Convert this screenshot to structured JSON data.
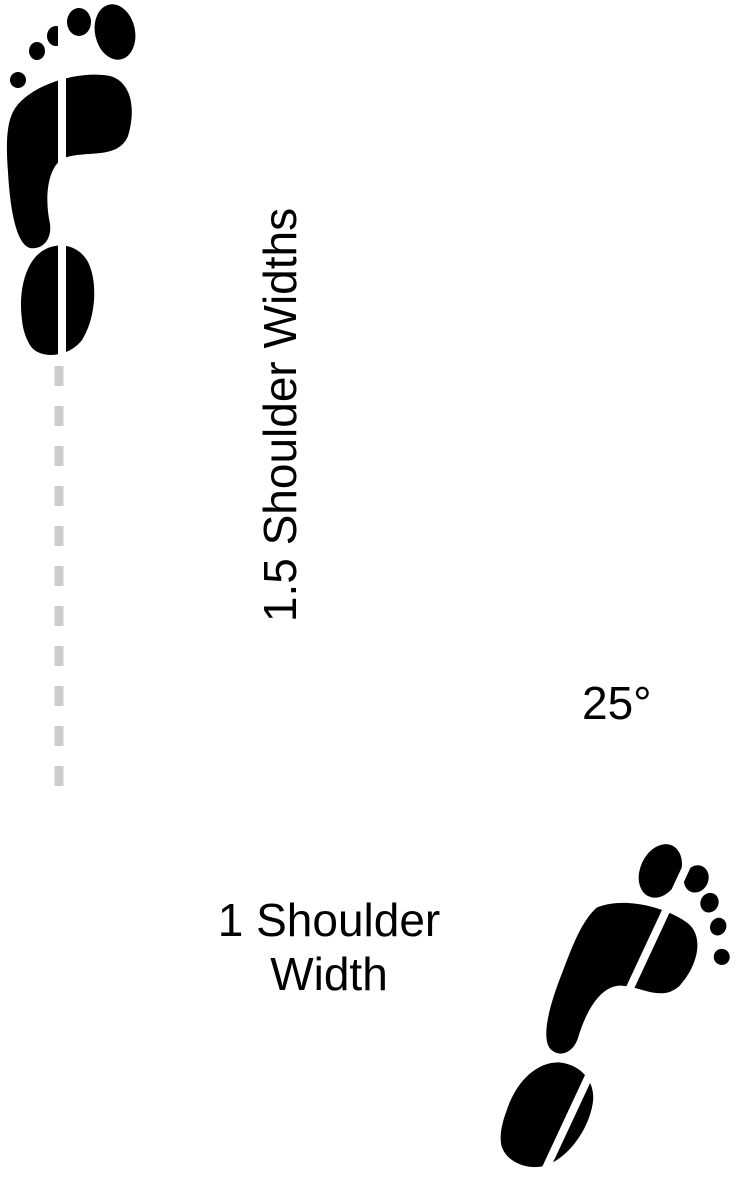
{
  "labels": {
    "vertical_distance": "1.5 Shoulder Widths",
    "angle": "25°",
    "horizontal_distance_line1": "1 Shoulder",
    "horizontal_distance_line2": "Width"
  },
  "colors": {
    "footprint": "#000000",
    "centerline": "#ffffff",
    "guide_dash": "#cccccc",
    "background": "#ffffff"
  },
  "front_foot_angle_deg": 25
}
